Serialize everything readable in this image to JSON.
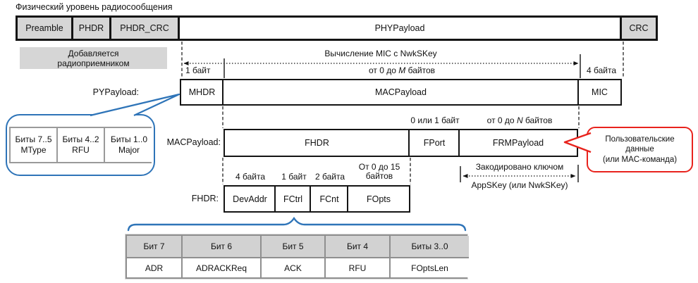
{
  "title": "Физический уровень радиосообщения",
  "colors": {
    "accent_blue": "#2e74b8",
    "accent_red": "#e8231d",
    "box_gray": "#d6d6d6",
    "border_dark": "#141414",
    "border_gray": "#8f8f8f"
  },
  "phy": {
    "cells": [
      "Preamble",
      "PHDR",
      "PHDR_CRC",
      "PHYPayload",
      "CRC"
    ]
  },
  "receiver_note": {
    "line1": "Добавляется",
    "line2": "радиоприемником"
  },
  "mic_arrow_label": "Вычисление MIC с NwkSKey",
  "top_sizes": {
    "one_byte": "1 байт",
    "m": {
      "prefix": "от 0 до ",
      "var": "M",
      "suffix": " байтов"
    },
    "four_bytes": "4 байта"
  },
  "pyp": {
    "label": "PYPayload:",
    "cells": [
      "MHDR",
      "MACPayload",
      "MIC"
    ]
  },
  "bits": [
    {
      "line1": "Биты 7..5",
      "line2": "MType"
    },
    {
      "line1": "Биты 4..2",
      "line2": "RFU"
    },
    {
      "line1": "Биты 1..0",
      "line2": "Major"
    }
  ],
  "macp": {
    "label": "MACPayload:",
    "cells": [
      "FHDR",
      "FPort",
      "FRMPayload"
    ],
    "fport_size": "0 или 1 байт",
    "n": {
      "prefix": "от 0 до ",
      "var": "N",
      "suffix": " байтов"
    }
  },
  "user_data_callout": {
    "line1": "Пользовательские",
    "line2": "данные",
    "line3": "(или MAC-команда)"
  },
  "encode_note": {
    "line1": "Закодировано ключом",
    "line2": "AppSKey (или NwkSKey)"
  },
  "fhdr": {
    "label": "FHDR:",
    "cells": [
      "DevAddr",
      "FCtrl",
      "FCnt",
      "FOpts"
    ],
    "sizes": [
      "4 байта",
      "1 байт",
      "2 байта"
    ],
    "fopts_size_line1": "От 0 до 15",
    "fopts_size_line2": "байтов"
  },
  "fctrl": {
    "headers": [
      "Бит 7",
      "Бит 6",
      "Бит 5",
      "Бит 4",
      "Биты 3..0"
    ],
    "values": [
      "ADR",
      "ADRACKReq",
      "ACK",
      "RFU",
      "FOptsLen"
    ]
  }
}
